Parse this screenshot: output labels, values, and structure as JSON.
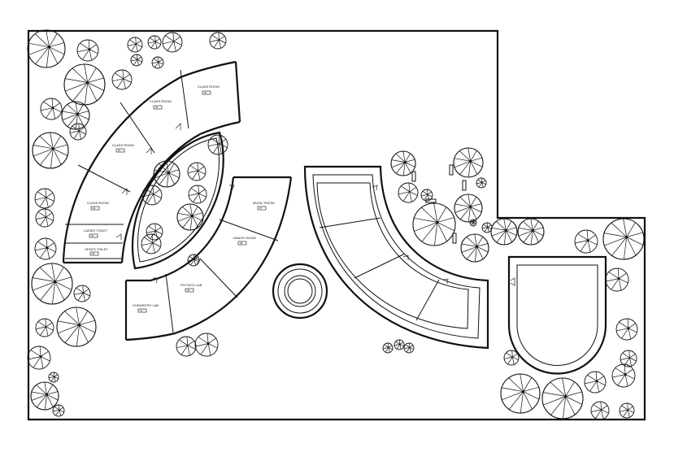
{
  "rooms": {
    "class_room_1": "CLASS ROOM",
    "class_room_2": "CLASS ROOM",
    "class_room_3": "CLASS ROOM",
    "class_room_4": "CLASS ROOM",
    "ladies_toilet": "LADIES TOILET",
    "gents_toilet": "GENTS TOILET",
    "music_room": "MUSIC ROOM",
    "dance_room": "DANCE ROOM",
    "physics_lab": "PHYSICS LAB",
    "chemistry_lab": "CHEMISTRY LAB"
  },
  "tags": {
    "class_room_1": "01",
    "class_room_2": "02",
    "class_room_3": "03",
    "class_room_4": "04",
    "ladies_toilet": "05",
    "gents_toilet": "06",
    "music_room": "07",
    "dance_room": "08",
    "physics_lab": "09",
    "chemistry_lab": "10"
  },
  "colors": {
    "line": "#111111",
    "background": "#ffffff"
  }
}
